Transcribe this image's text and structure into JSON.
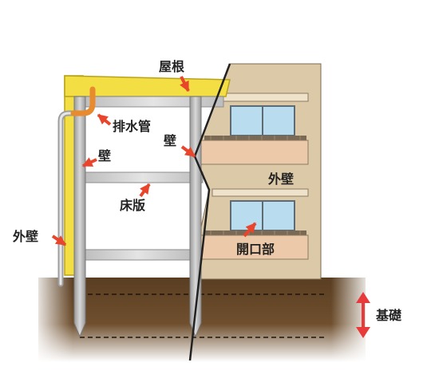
{
  "labels": {
    "roof": "屋根",
    "drain_pipe": "排水管",
    "wall_left": "壁",
    "wall_right": "壁",
    "floor_slab": "床版",
    "exterior_wall_left": "外壁",
    "exterior_wall_right": "外壁",
    "opening": "開口部",
    "foundation": "基礎"
  },
  "colors": {
    "arrow": "#e8452c",
    "foundation_arrow": "#e83a3a",
    "ground": "#5a3e22",
    "facade": "#dcc9a8",
    "frame": "#cfcfcf",
    "exterior_wall": "#f3df43",
    "window": "#b9dcef",
    "pipe": "#e88a2e"
  }
}
